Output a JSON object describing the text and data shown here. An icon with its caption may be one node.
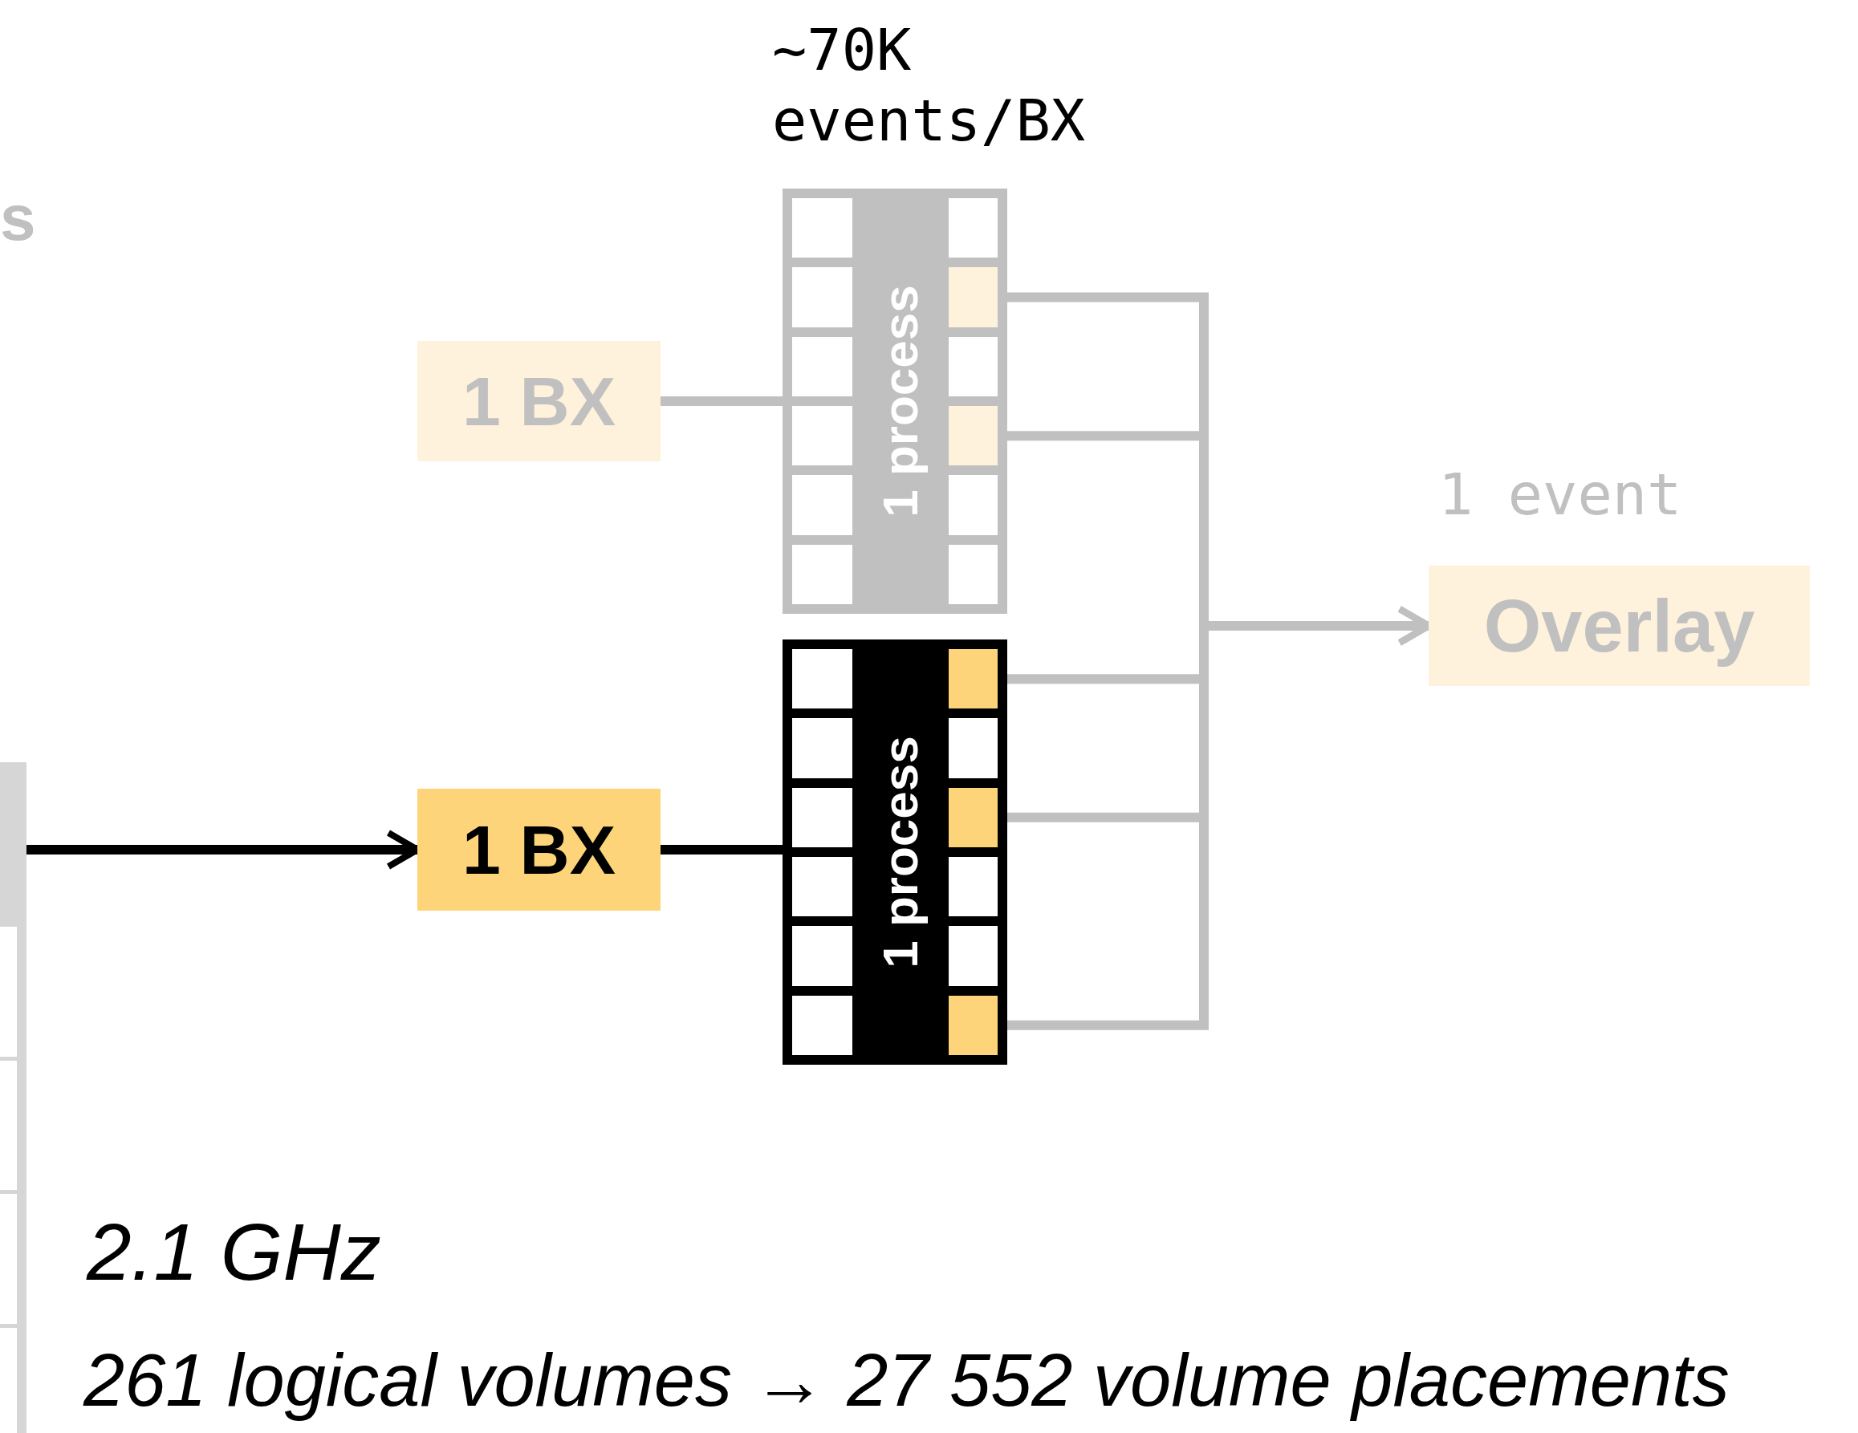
{
  "diagram": {
    "nodes": [
      {
        "text": [
          "1 BX"
        ]
      },
      {
        "text": [
          "1 process"
        ],
        "beside": [
          "~70K events/BX"
        ]
      },
      {
        "text": [],
        "shape": "box",
        "in": 1
      },
      {
        "text": [],
        "shape": "box",
        "in": 1
      },
      {
        "text": [],
        "shape": "bar"
      },
      {
        "text": [
          "1 BX"
        ]
      },
      {
        "text": [
          "1 process"
        ]
      },
      {
        "text": [],
        "shape": "box",
        "in": 6
      },
      {
        "text": [],
        "shape": "box",
        "in": 6
      },
      {
        "text": [],
        "shape": "box",
        "in": 6
      },
      {
        "text": [
          "Overlay"
        ],
        "beside": [
          "1 event"
        ]
      }
    ],
    "edges": [
      {
        "from": 0,
        "to": 1,
        "arrow": "none"
      },
      {
        "from": 4,
        "to": 5,
        "arrow": "to",
        "color": "#000000"
      },
      {
        "from": 5,
        "to": 6,
        "arrow": "none",
        "color": "#000000"
      },
      {
        "from": 2,
        "to": 10,
        "arrow": "to"
      },
      {
        "from": 3,
        "to": 10,
        "arrow": "to"
      },
      {
        "from": 7,
        "to": 10,
        "arrow": "to"
      },
      {
        "from": 8,
        "to": 10,
        "arrow": "to"
      },
      {
        "from": 9,
        "to": 10,
        "arrow": "to"
      }
    ],
    "labels": [
      "s",
      "2.1 GHz",
      "261 logical volumes → 27 552 volume placements"
    ]
  }
}
